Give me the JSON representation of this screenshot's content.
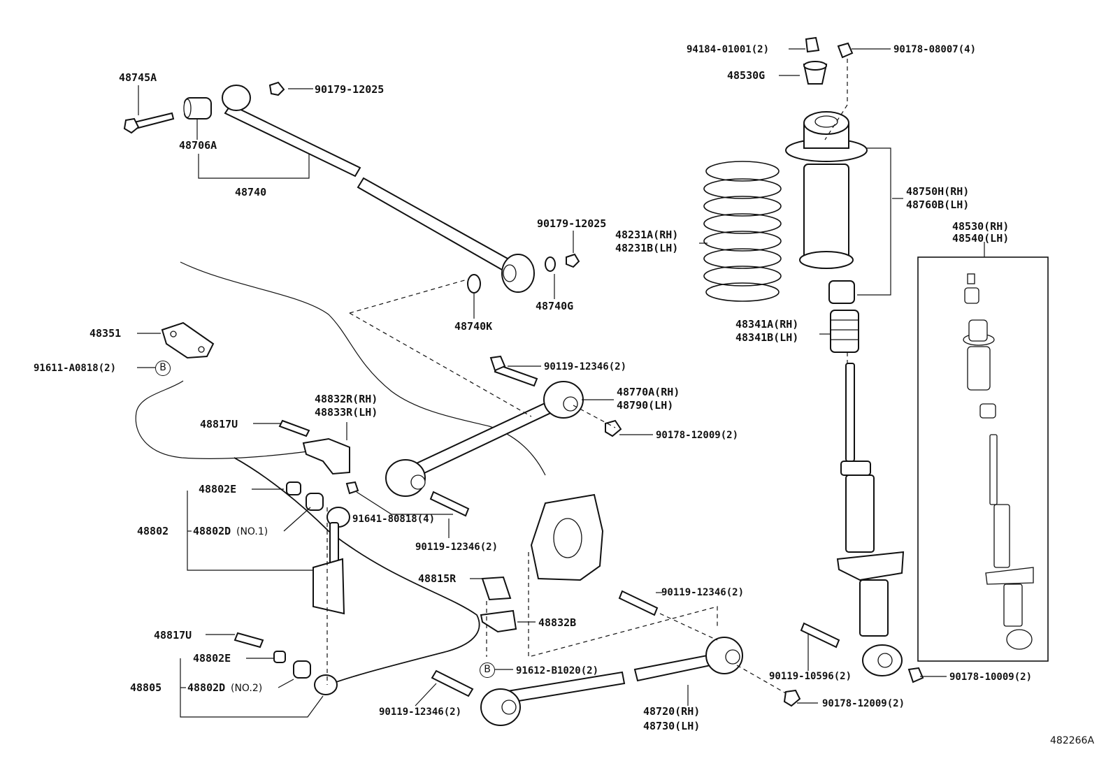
{
  "diagram_id": "482266A",
  "markers": {
    "b": "B"
  },
  "labels": {
    "p48745A": "48745A",
    "p48706A": "48706A",
    "p48740": "48740",
    "p90179_12025_top": "90179-12025",
    "p90179_12025_mid": "90179-12025",
    "p48740G": "48740G",
    "p48740K": "48740K",
    "p48351": "48351",
    "p91611": "91611-A0818(2)",
    "p94184": "94184-01001(2)",
    "p90178_08007": "90178-08007(4)",
    "p48530G": "48530G",
    "p48231A": "48231A(RH)",
    "p48231B": "48231B(LH)",
    "p48750H": "48750H(RH)",
    "p48760B": "48760B(LH)",
    "p48530RH": "48530(RH)",
    "p48540LH": "48540(LH)",
    "p48341A": "48341A(RH)",
    "p48341B": "48341B(LH)",
    "p90119_12346_a": "90119-12346(2)",
    "p48770A": "48770A(RH)",
    "p48790": "48790(LH)",
    "p90178_12009_a": "90178-12009(2)",
    "p48832R": "48832R(RH)",
    "p48833R": "48833R(LH)",
    "p48817U_top": "48817U",
    "p48802E_top": "48802E",
    "p48802": "48802",
    "p48802D_1": "48802D",
    "p48802D_1_note": "(NO.1)",
    "p91641": "91641-80818(4)",
    "p90119_12346_b": "90119-12346(2)",
    "p48815R": "48815R",
    "p48832B": "48832B",
    "p90119_12346_c": "90119-12346(2)",
    "p48817U_bot": "48817U",
    "p48802E_bot": "48802E",
    "p48805": "48805",
    "p48802D_2": "48802D",
    "p48802D_2_note": "(NO.2)",
    "p91612": "91612-B1020(2)",
    "p90119_12346_d": "90119-12346(2)",
    "p90119_10596": "90119-10596(2)",
    "p90178_10009": "90178-10009(2)",
    "p90178_12009_b": "90178-12009(2)",
    "p48720": "48720(RH)",
    "p48730": "48730(LH)"
  }
}
